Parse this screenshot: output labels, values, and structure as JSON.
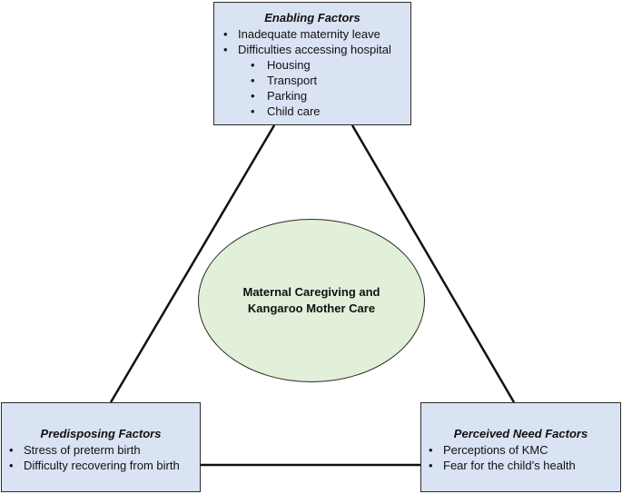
{
  "enabling": {
    "title": "Enabling Factors",
    "items": [
      "Inadequate maternity leave",
      "Difficulties accessing hospital"
    ],
    "subitems": [
      "Housing",
      "Transport",
      "Parking",
      "Child care"
    ]
  },
  "predisposing": {
    "title": "Predisposing Factors",
    "items": [
      "Stress of preterm birth",
      "Difficulty recovering from birth"
    ]
  },
  "perceived": {
    "title": "Perceived Need Factors",
    "items": [
      "Perceptions of KMC",
      "Fear for the child’s health"
    ]
  },
  "center": {
    "line1": "Maternal Caregiving and",
    "line2": "Kangaroo Mother Care"
  },
  "colors": {
    "box_fill": "#dae3f3",
    "ellipse_fill": "#e2efd9",
    "line": "#111111"
  }
}
